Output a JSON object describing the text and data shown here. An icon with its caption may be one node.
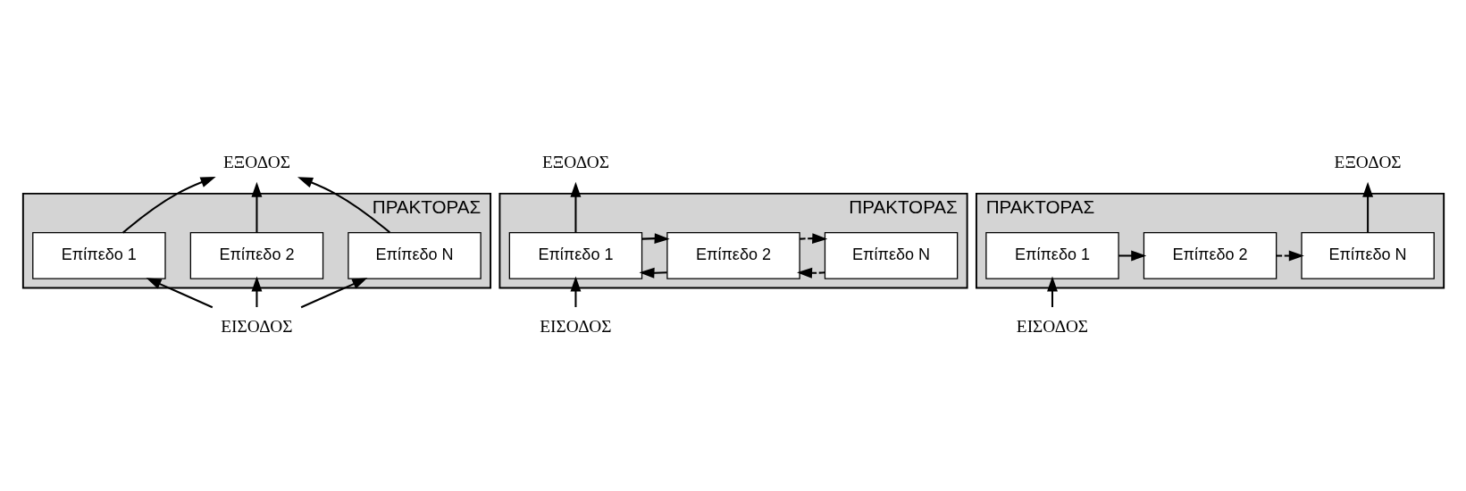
{
  "diagram": {
    "nodes": [
      {
        "text": [
          "ΠΡΑΚΤΟΡΑΣ"
        ]
      },
      {
        "text": [
          "Επίπεδο Ν"
        ],
        "in": 0
      },
      {
        "text": [
          "Επίπεδο 2"
        ],
        "in": 0
      },
      {
        "text": [
          "Επίπεδο 1"
        ],
        "in": 0
      },
      {
        "text": [
          "ΕΙΣΟΔΟΣ"
        ]
      },
      {
        "text": [
          "ΕΞΟΔΟΣ"
        ]
      },
      {
        "text": [
          "ΠΡΑΚΤΟΡΑΣ"
        ]
      },
      {
        "text": [
          "Επίπεδο Ν"
        ],
        "in": 6
      },
      {
        "text": [
          "Επίπεδο 2"
        ],
        "in": 6
      },
      {
        "text": [
          "Επίπεδο 1"
        ],
        "in": 6
      },
      {
        "text": [
          "ΕΙΣΟΔΟΣ"
        ]
      },
      {
        "text": [
          "ΕΞΟΔΟΣ"
        ]
      },
      {
        "text": [
          "ΕΞΟΔΟΣ"
        ]
      },
      {
        "text": [
          "ΠΡΑΚΤΟΡΑΣ"
        ]
      },
      {
        "text": [
          "Επίπεδο Ν"
        ],
        "in": 13
      },
      {
        "text": [
          "Επίπεδο 2"
        ],
        "in": 13
      },
      {
        "text": [
          "Επίπεδο 1"
        ],
        "in": 13
      },
      {
        "text": [
          "ΕΙΣΟΔΟΣ"
        ]
      }
    ],
    "edges": [
      {
        "from": 4,
        "to": 1,
        "arrow": "to"
      },
      {
        "from": 4,
        "to": 2,
        "arrow": "to"
      },
      {
        "from": 4,
        "to": 3,
        "arrow": "to"
      },
      {
        "from": 1,
        "to": 5,
        "arrow": "to"
      },
      {
        "from": 2,
        "to": 5,
        "arrow": "to"
      },
      {
        "from": 3,
        "to": 5,
        "arrow": "to"
      },
      {
        "from": 10,
        "to": 9,
        "arrow": "to"
      },
      {
        "from": 9,
        "to": 8,
        "arrow": "to"
      },
      {
        "from": 8,
        "to": 7,
        "arrow": "to",
        "style": "dashed"
      },
      {
        "from": 7,
        "to": 8,
        "arrow": "to",
        "style": "dashed"
      },
      {
        "from": 8,
        "to": 9,
        "arrow": "to"
      },
      {
        "from": 9,
        "to": 11,
        "arrow": "to"
      },
      {
        "from": 17,
        "to": 16,
        "arrow": "to"
      },
      {
        "from": 16,
        "to": 15,
        "arrow": "to"
      },
      {
        "from": 15,
        "to": 14,
        "arrow": "to",
        "style": "dashed"
      },
      {
        "from": 14,
        "to": 12,
        "arrow": "to"
      }
    ]
  }
}
